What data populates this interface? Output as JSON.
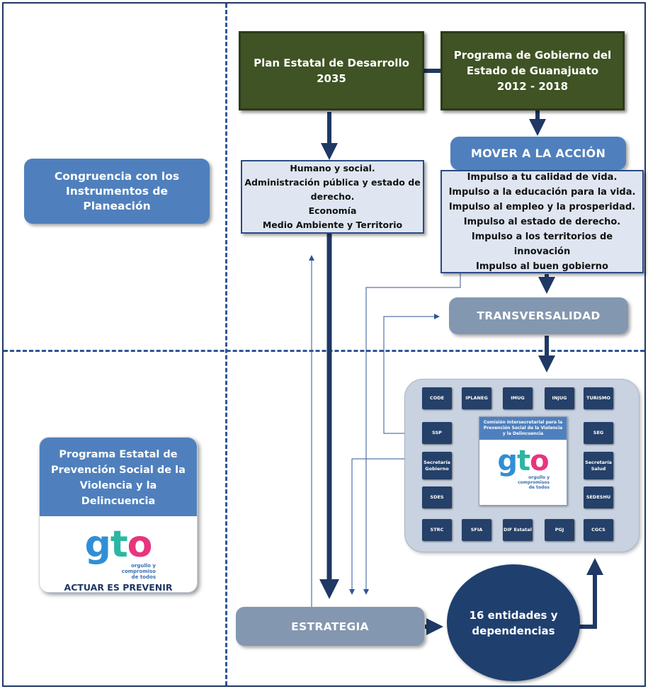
{
  "plan_estatal": [
    "Plan Estatal de Desarrollo",
    "2035"
  ],
  "programa_gobierno": [
    "Programa de Gobierno del",
    "Estado de Guanajuato",
    "2012 - 2018"
  ],
  "mover_accion": "MOVER A LA ACCIÓN",
  "ejes_plan": [
    "Humano y social.",
    "Administración pública y estado de",
    "derecho.",
    "Economía",
    "Medio Ambiente y Territorio"
  ],
  "impulsos": [
    "Impulso a tu calidad de vida.",
    "Impulso a la educación para la vida.",
    "Impulso al empleo y la prosperidad.",
    "Impulso al estado de derecho.",
    "Impulso a los territorios de innovación",
    "Impulso al buen gobierno"
  ],
  "congruencia": [
    "Congruencia con los",
    "Instrumentos de",
    "Planeación"
  ],
  "transversalidad": "TRANSVERSALIDAD",
  "estrategia": "ESTRATEGIA",
  "entidades": [
    "16 entidades y",
    "dependencias"
  ],
  "programa_estatal": [
    "Programa Estatal de",
    "Prevención Social de la",
    "Violencia y la Delincuencia"
  ],
  "lema": "ACTUAR ES PREVENIR",
  "logo": {
    "word": "gto",
    "tagline": [
      "orgullo y",
      "compromiso",
      "de todos"
    ]
  },
  "comision": {
    "title": [
      "Comisión Intersecretarial para la",
      "Prevención Social de la Violencia",
      "y la Delincuencia"
    ],
    "tagline": [
      "orgullo y",
      "compromisos",
      "de todos"
    ]
  },
  "dependencias": {
    "top": [
      "CODE",
      "IPLANEG",
      "IMUG",
      "INJUG",
      "TURISMO"
    ],
    "left": [
      "SSP",
      "Secretaría Gobierno",
      "SDES"
    ],
    "right": [
      "SEG",
      "Secretaría Salud",
      "SEDESHU"
    ],
    "bottom": [
      "STRC",
      "SFIA",
      "DIF Estatal",
      "PGJ",
      "CGCS"
    ]
  },
  "colors": {
    "dark_green": "#3f5324",
    "blue": "#4f80bd",
    "steel": "#8497b0",
    "navy": "#254069",
    "circle": "#1f3f6e",
    "light": "#dfe6f1"
  }
}
